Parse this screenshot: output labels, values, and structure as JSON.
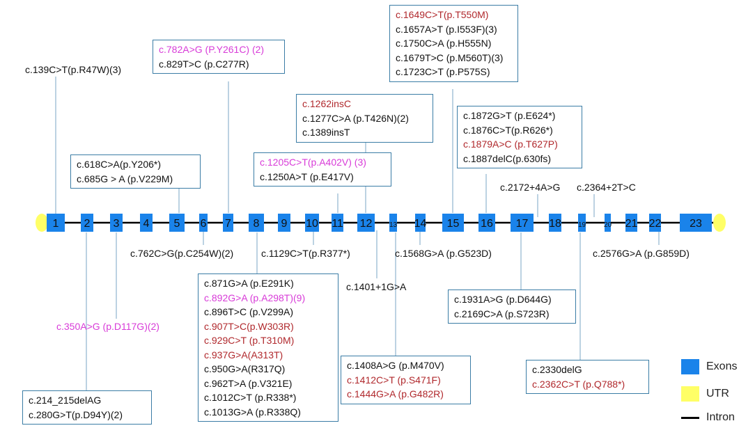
{
  "colors": {
    "exon": "#1a83ea",
    "utr": "#ffff66",
    "intron": "#000000",
    "connector": "#8fb3cf",
    "box_border": "#3a7ca5",
    "normal_text": "#111111",
    "red_text": "#b0282c",
    "magenta_text": "#d83bd8"
  },
  "exons": [
    "1",
    "2",
    "3",
    "4",
    "5",
    "6",
    "7",
    "8",
    "9",
    "10",
    "11",
    "12",
    "13",
    "14",
    "15",
    "16",
    "17",
    "18",
    "19",
    "20",
    "21",
    "22",
    "23"
  ],
  "legend": {
    "exons_label": "Exons",
    "utr_label": "UTR",
    "intron_label": "Intron"
  },
  "top_single": {
    "l139": "c.139C>T(p.R47W)(3)",
    "l2172": "c.2172+4A>G",
    "l2364": "c.2364+2T>C"
  },
  "bottom_single": {
    "l762": "c.762C>G(p.C254W)(2)",
    "l1129": "c.1129C>T(p.R377*)",
    "l1401": "c.1401+1G>A",
    "l1568": "c.1568G>A (p.G523D)",
    "l2576": "c.2576G>A (p.G859D)",
    "l350": "c.350A>G (p.D117G)(2)"
  },
  "boxes": {
    "b782": [
      {
        "text": "c.782A>G (P.Y261C) (2)",
        "style": "magenta"
      },
      {
        "text": "c.829T>C (p.C277R)",
        "style": "normal"
      }
    ],
    "b618": [
      {
        "text": "c.618C>A(p.Y206*)",
        "style": "normal"
      },
      {
        "text": "c.685G > A (p.V229M)",
        "style": "normal"
      }
    ],
    "b1262": [
      {
        "text": "c.1262insC",
        "style": "red"
      },
      {
        "text": "c.1277C>A (p.T426N)(2)",
        "style": "normal"
      },
      {
        "text": "c.1389insT",
        "style": "normal"
      }
    ],
    "b1205": [
      {
        "text": "c.1205C>T(p.A402V) (3)",
        "style": "magenta"
      },
      {
        "text": "c.1250A>T (p.E417V)",
        "style": "normal"
      }
    ],
    "b1649": [
      {
        "text": "c.1649C>T(p.T550M)",
        "style": "red"
      },
      {
        "text": "c.1657A>T (p.I553F)(3)",
        "style": "normal"
      },
      {
        "text": "c.1750C>A (p.H555N)",
        "style": "normal"
      },
      {
        "text": "c.1679T>C (p.M560T)(3)",
        "style": "normal"
      },
      {
        "text": "c.1723C>T (p.P575S)",
        "style": "normal"
      }
    ],
    "b1872": [
      {
        "text": "c.1872G>T (p.E624*)",
        "style": "normal"
      },
      {
        "text": "c.1876C>T(p.R626*)",
        "style": "normal"
      },
      {
        "text": "c.1879A>C (p.T627P)",
        "style": "red"
      },
      {
        "text": "c.1887delC(p.630fs)",
        "style": "normal"
      }
    ],
    "b871": [
      {
        "text": "c.871G>A (p.E291K)",
        "style": "normal"
      },
      {
        "text": "c.892G>A (p.A298T)(9)",
        "style": "magenta"
      },
      {
        "text": "c.896T>C (p.V299A)",
        "style": "normal"
      },
      {
        "text": "c.907T>C(p.W303R)",
        "style": "red"
      },
      {
        "text": "c.929C>T (p.T310M)",
        "style": "red"
      },
      {
        "text": "c.937G>A(A313T)",
        "style": "red"
      },
      {
        "text": "c.950G>A(R317Q)",
        "style": "normal"
      },
      {
        "text": "c.962T>A (p.V321E)",
        "style": "normal"
      },
      {
        "text": "c.1012C>T (p.R338*)",
        "style": "normal"
      },
      {
        "text": "c.1013G>A (p.R338Q)",
        "style": "normal"
      }
    ],
    "b214": [
      {
        "text": "c.214_215delAG",
        "style": "normal"
      },
      {
        "text": "c.280G>T(p.D94Y)(2)",
        "style": "normal"
      }
    ],
    "b1408": [
      {
        "text": "c.1408A>G (p.M470V)",
        "style": "normal"
      },
      {
        "text": "c.1412C>T (p.S471F)",
        "style": "red"
      },
      {
        "text": "c.1444G>A (p.G482R)",
        "style": "red"
      }
    ],
    "b1931": [
      {
        "text": "c.1931A>G (p.D644G)",
        "style": "normal"
      },
      {
        "text": "c.2169C>A (p.S723R)",
        "style": "normal"
      }
    ],
    "b2330": [
      {
        "text": "c.2330delG",
        "style": "normal"
      },
      {
        "text": "c.2362C>T (p.Q788*)",
        "style": "red"
      }
    ]
  }
}
